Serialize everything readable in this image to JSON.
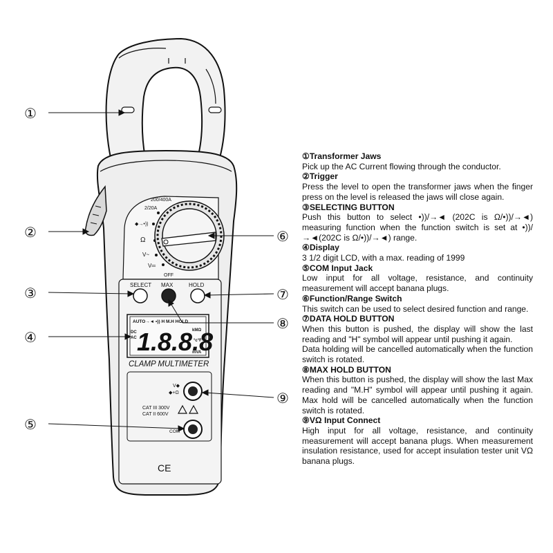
{
  "meter": {
    "range_labels": {
      "a400": "200/400A",
      "a20": "2/20A",
      "continuity": "◆→•))",
      "ohm": "Ω",
      "vac": "V~",
      "vdc": "V═",
      "off": "OFF"
    },
    "buttons": {
      "select": "SELECT",
      "max": "MAX",
      "hold": "HOLD"
    },
    "lcd": {
      "indicators": "AUTO→◄ •))  H  M.H  HOLD",
      "digits": "1.8.8.8",
      "dc": "DC",
      "ac": "AC",
      "units_top": "kMΩ",
      "units_mid": "°c°F",
      "units_bot": "mVA"
    },
    "model_label": "CLAMP MULTIMETER",
    "jacks": {
      "vohm": "V◆",
      "vohm2": "◆+Ω",
      "com": "COM",
      "cat3": "CAT III 300V",
      "cat2": "CAT II 600V"
    },
    "ce_mark": "CE"
  },
  "callouts": [
    "①",
    "②",
    "③",
    "④",
    "⑤",
    "⑥",
    "⑦",
    "⑧",
    "⑨"
  ],
  "legend": [
    {
      "title": "①Transformer Jaws",
      "lines": [
        "Pick up the AC Current flowing through the conductor."
      ]
    },
    {
      "title": "②Trigger",
      "lines": [
        "Press the level to open the transformer jaws when the finger press on the level is released the jaws will close again."
      ]
    },
    {
      "title": "③SELECTING BUTTON",
      "lines": [
        "Push this button to select •))/→◄ (202C is Ω/•))/→◄) measuring function when the function switch is set at •))/→◄(202C is Ω/•))/→◄) range."
      ]
    },
    {
      "title": "④Display",
      "lines": [
        "3 1/2 digit LCD, with a max. reading of 1999"
      ]
    },
    {
      "title": "⑤COM Input Jack",
      "lines": [
        "Low input for all voltage, resistance, and continuity measurement will accept banana plugs."
      ]
    },
    {
      "title": "⑥Function/Range Switch",
      "lines": [
        "This switch can be used to select desired function and range."
      ]
    },
    {
      "title": "⑦DATA HOLD BUTTON",
      "lines": [
        "When this button is pushed, the display will show the last reading and \"H\" symbol will appear until pushing it again.",
        "Data holding will be cancelled automatically when the function switch is rotated."
      ]
    },
    {
      "title": "⑧MAX HOLD BUTTON",
      "lines": [
        "When this button is pushed, the display will show the last Max reading and \"M.H\" symbol will appear until pushing it again. Max hold will be cancelled automatically when the function switch is rotated."
      ]
    },
    {
      "title": "⑨VΩ Input Connect",
      "lines": [
        "High input for all voltage, resistance, and continuity measurement will accept banana plugs. When measurement insulation resistance, used for accept insulation tester unit VΩ banana plugs."
      ]
    }
  ]
}
